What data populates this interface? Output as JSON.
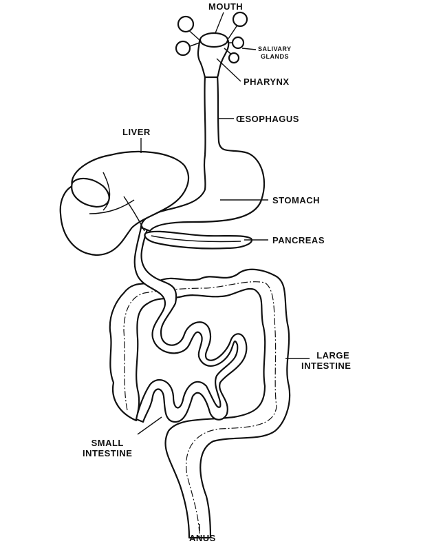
{
  "labels": {
    "mouth": "MOUTH",
    "salivary_1": "SALIVARY",
    "salivary_2": "GLANDS",
    "pharynx": "PHARYNX",
    "oesophagus": "ŒSOPHAGUS",
    "liver": "LIVER",
    "stomach": "STOMACH",
    "pancreas": "PANCREAS",
    "large_1": "LARGE",
    "large_2": "INTESTINE",
    "small_1": "SMALL",
    "small_2": "INTESTINE",
    "anus": "ANUS"
  }
}
